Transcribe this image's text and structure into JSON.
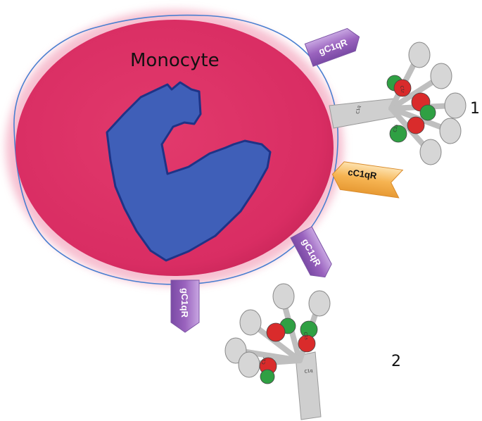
{
  "diagram": {
    "cell_label": "Monocyte",
    "receptors": {
      "gc1qr": "gC1qR",
      "cc1qr": "cC1qR"
    },
    "complexes": {
      "first_number": "1",
      "second_number": "2",
      "stalk_label": "C1q",
      "subunit_r": "C1r",
      "subunit_s": "C1s"
    },
    "colors": {
      "cell": "#e0336a",
      "cell_halo": "#f08cab",
      "cell_outline": "#4a7fd0",
      "nucleus": "#3f5fb8",
      "nucleus_outline": "#1f3386",
      "gc1qr_receptor": "#9a63be",
      "cc1qr_receptor": "#f6b452",
      "c1q_gray": "#cfcfcf",
      "c1r_red": "#d92b2b",
      "c1s_green": "#2fa043"
    }
  }
}
